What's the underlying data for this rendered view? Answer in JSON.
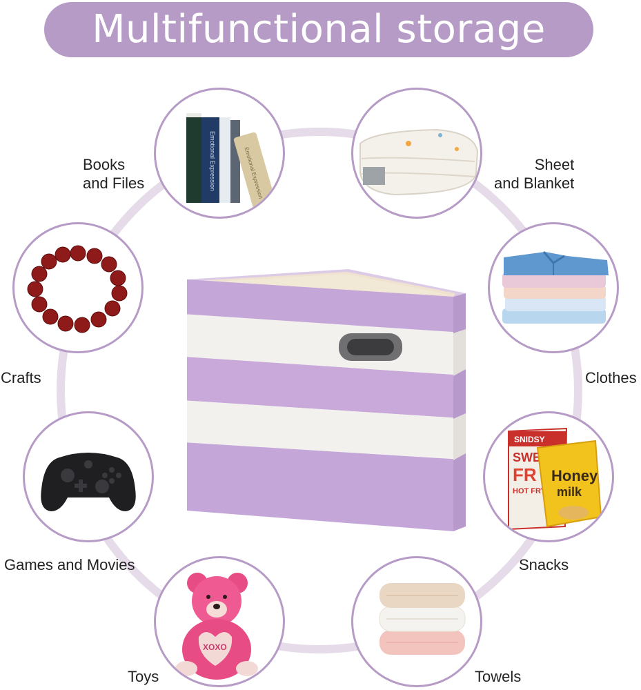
{
  "title": "Multifunctional storage",
  "colors": {
    "accent": "#b69bc6",
    "ring": "#e6dbe9",
    "stripe_purple": "#c5a6d8",
    "stripe_white": "#f3f1ee"
  },
  "items": [
    {
      "id": "books",
      "lines": [
        "Books",
        "and Files"
      ],
      "icon": "books-icon",
      "book_titles": [
        "Emotional Expression",
        "Emotional Expression"
      ]
    },
    {
      "id": "sheet",
      "lines": [
        "Sheet",
        "and Blanket"
      ],
      "icon": "folded-blanket-icon"
    },
    {
      "id": "crafts",
      "lines": [
        "Crafts"
      ],
      "icon": "bead-bracelet-icon"
    },
    {
      "id": "clothes",
      "lines": [
        "Clothes"
      ],
      "icon": "folded-shirts-icon"
    },
    {
      "id": "games",
      "lines": [
        "Games and Movies"
      ],
      "icon": "game-controller-icon"
    },
    {
      "id": "snacks",
      "lines": [
        "Snacks"
      ],
      "icon": "snack-bags-icon",
      "packet_text": [
        "SNIDSY",
        "SWEE",
        "FR",
        "HOT FRY",
        "Honey",
        "milk"
      ]
    },
    {
      "id": "toys",
      "lines": [
        "Toys"
      ],
      "icon": "teddy-bear-icon",
      "heart_text": "XOXO"
    },
    {
      "id": "towels",
      "lines": [
        "Towels"
      ],
      "icon": "folded-towels-icon"
    }
  ],
  "center_product": {
    "icon": "striped-storage-bin-icon"
  }
}
